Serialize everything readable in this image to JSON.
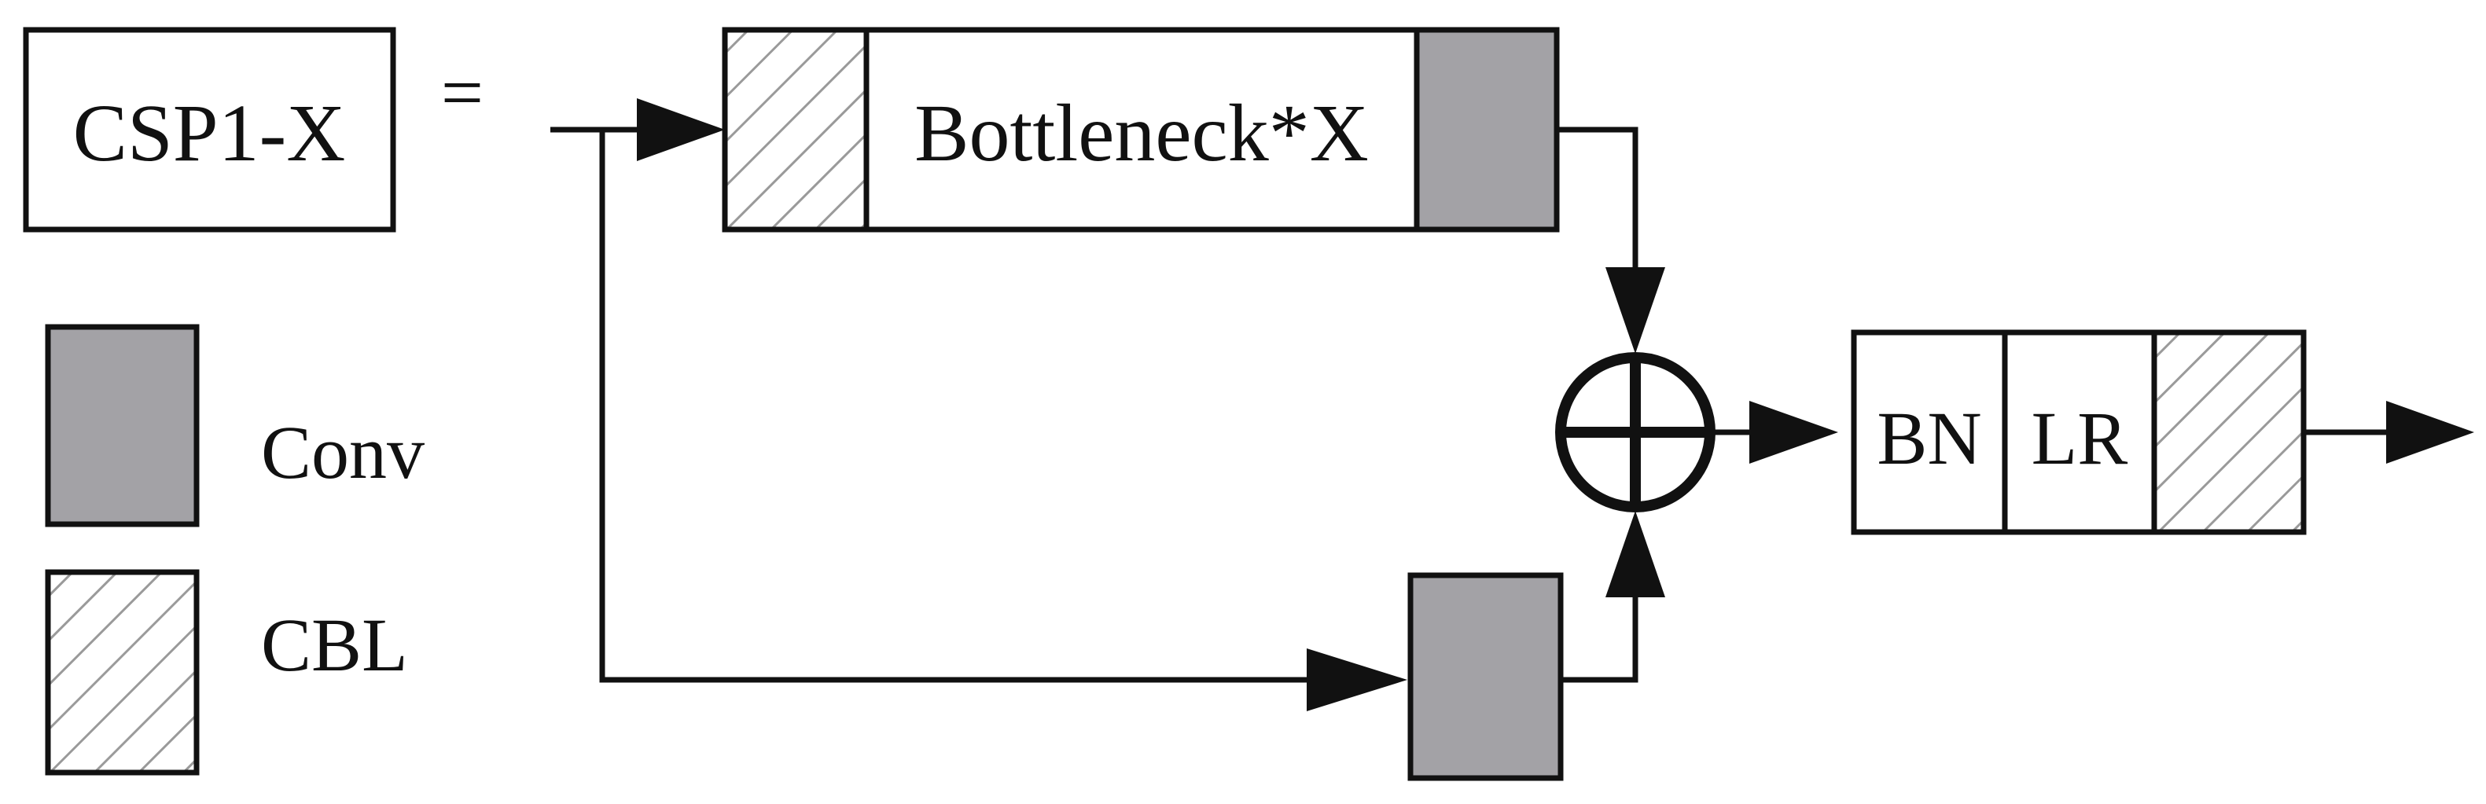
{
  "title": {
    "block_name": "CSP1-X",
    "equals": "="
  },
  "legend": {
    "conv_label": "Conv",
    "cbl_label": "CBL"
  },
  "top_branch": {
    "bottleneck_label": "Bottleneck*X"
  },
  "output_block": {
    "bn_label": "BN",
    "lr_label": "LR"
  },
  "colors": {
    "conv_fill": "#a3a2a6",
    "line": "#111111",
    "background": "#ffffff"
  },
  "icons": {
    "merge": "circled-plus-icon",
    "hatch": "diagonal-hatch-pattern"
  }
}
